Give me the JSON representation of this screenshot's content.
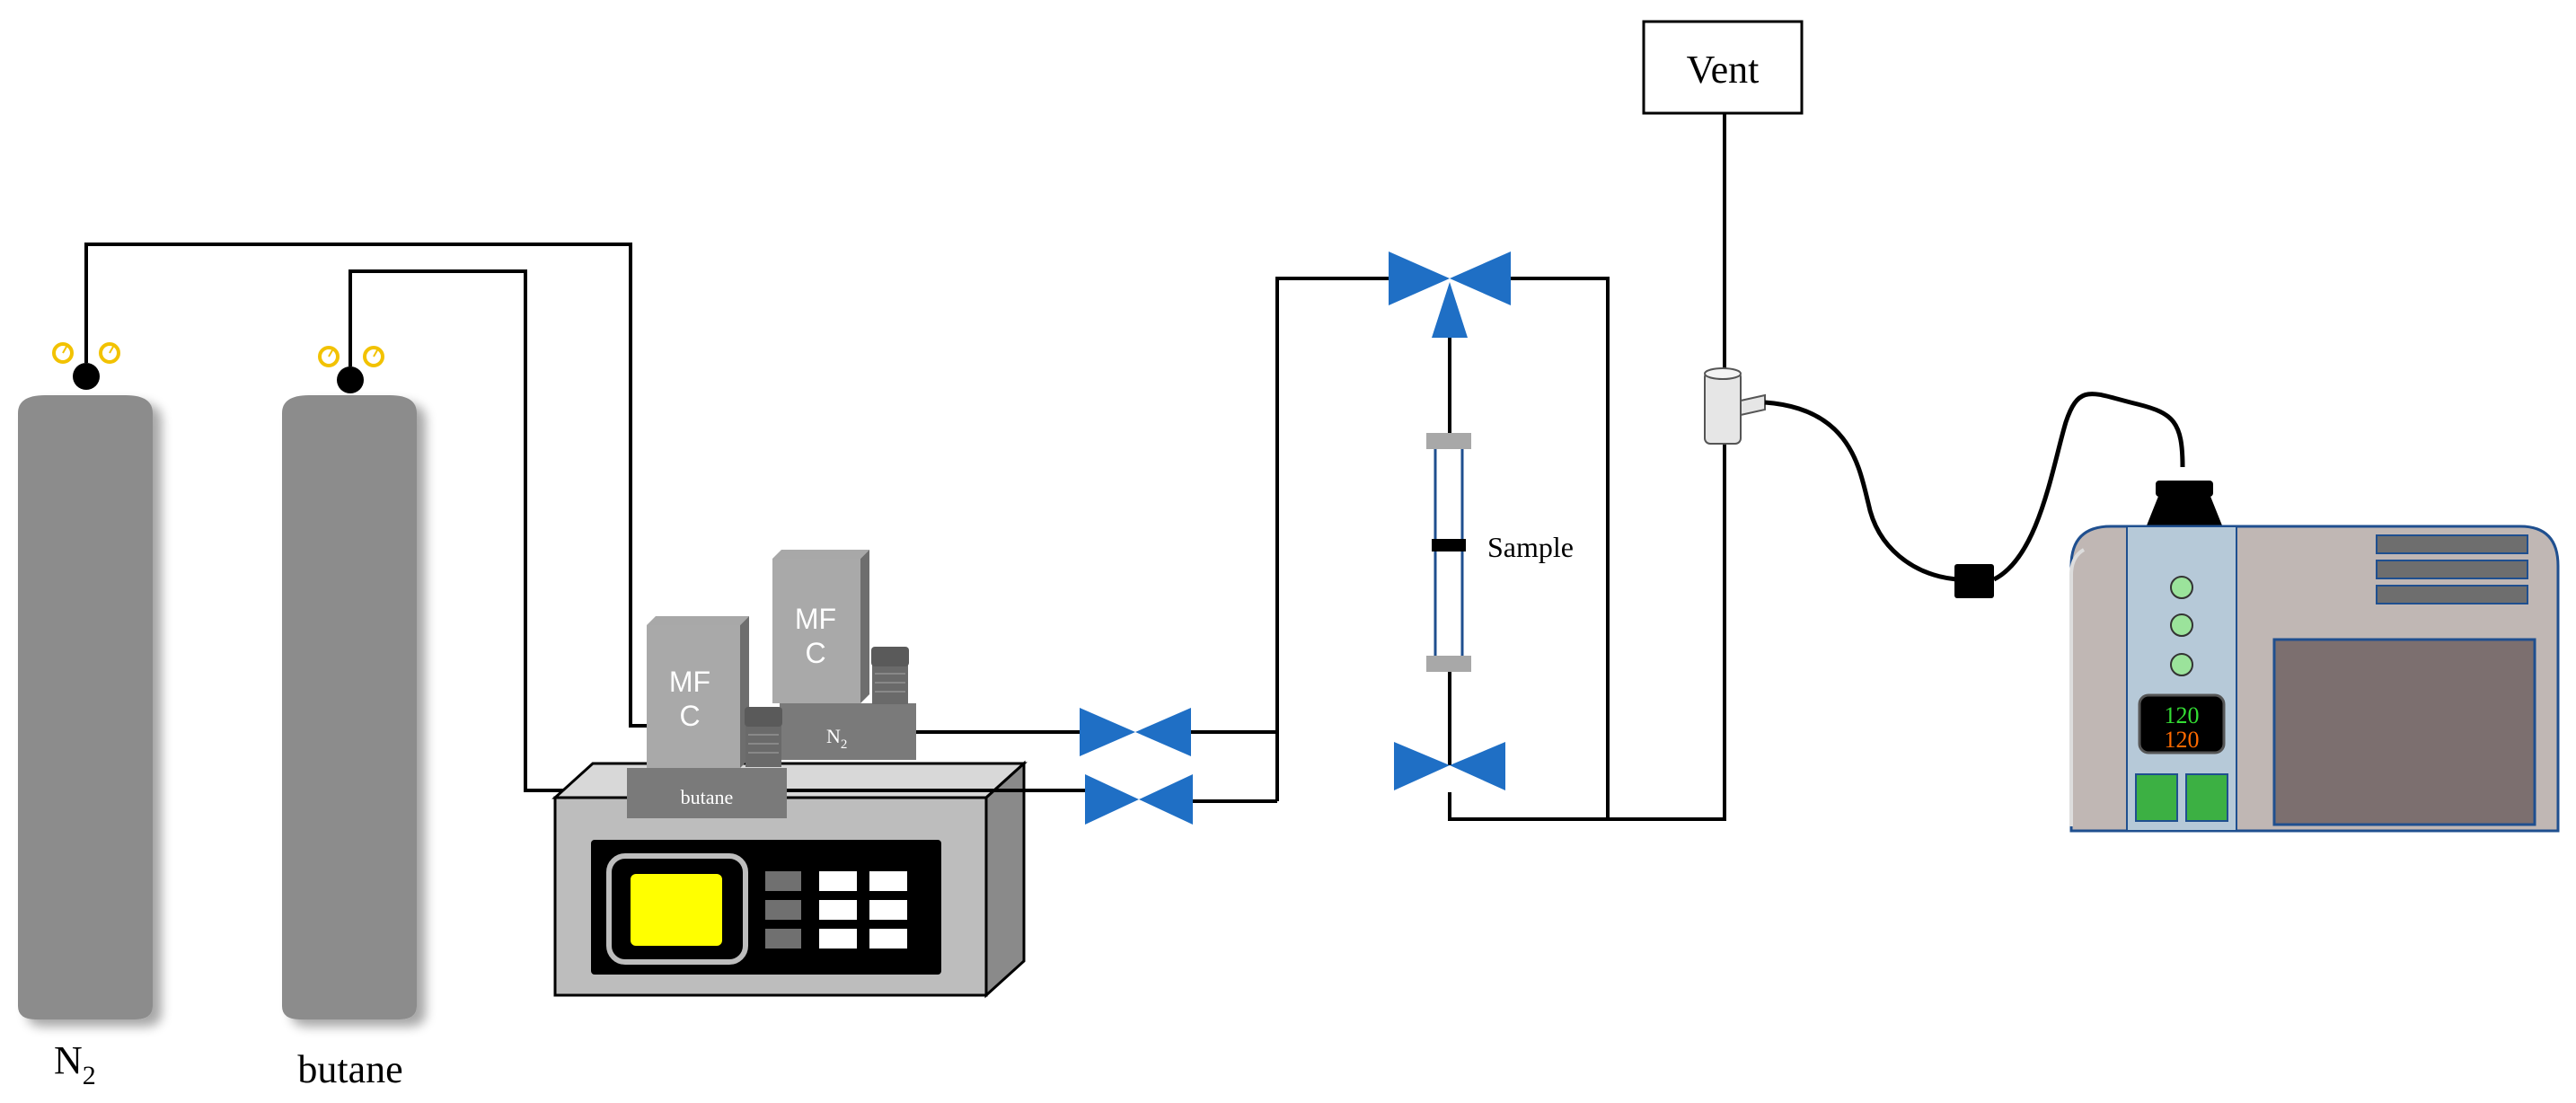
{
  "labels": {
    "cylinder_n2": "N",
    "cylinder_n2_sub": "2",
    "cylinder_butane": "butane",
    "vent": "Vent",
    "sample": "Sample",
    "mfc_front_line1": "MF",
    "mfc_front_line2": "C",
    "mfc_back_line1": "MF",
    "mfc_back_line2": "C",
    "mfc_back_base": "N",
    "mfc_back_base_sub": "2",
    "mfc_front_base": "butane",
    "analyzer_display_top": "120",
    "analyzer_display_bottom": "120"
  },
  "colors": {
    "line": "#000000",
    "cylinder": "#8c8c8c",
    "valve": "#1f6fc5",
    "gauge": "#f2c200",
    "display": "#ffff00",
    "readout_green": "#33dd33",
    "readout_orange": "#ff6a00",
    "analyzer_button": "#3cb043"
  },
  "icons": {
    "cylinder": "gas-cylinder-icon",
    "gauge": "pressure-gauge-icon",
    "valve": "two-way-valve-icon",
    "three_way_valve": "three-way-valve-icon",
    "controller": "mass-flow-controller-icon",
    "analyzer": "gas-analyzer-icon",
    "sample_tube": "sample-tube-icon"
  }
}
